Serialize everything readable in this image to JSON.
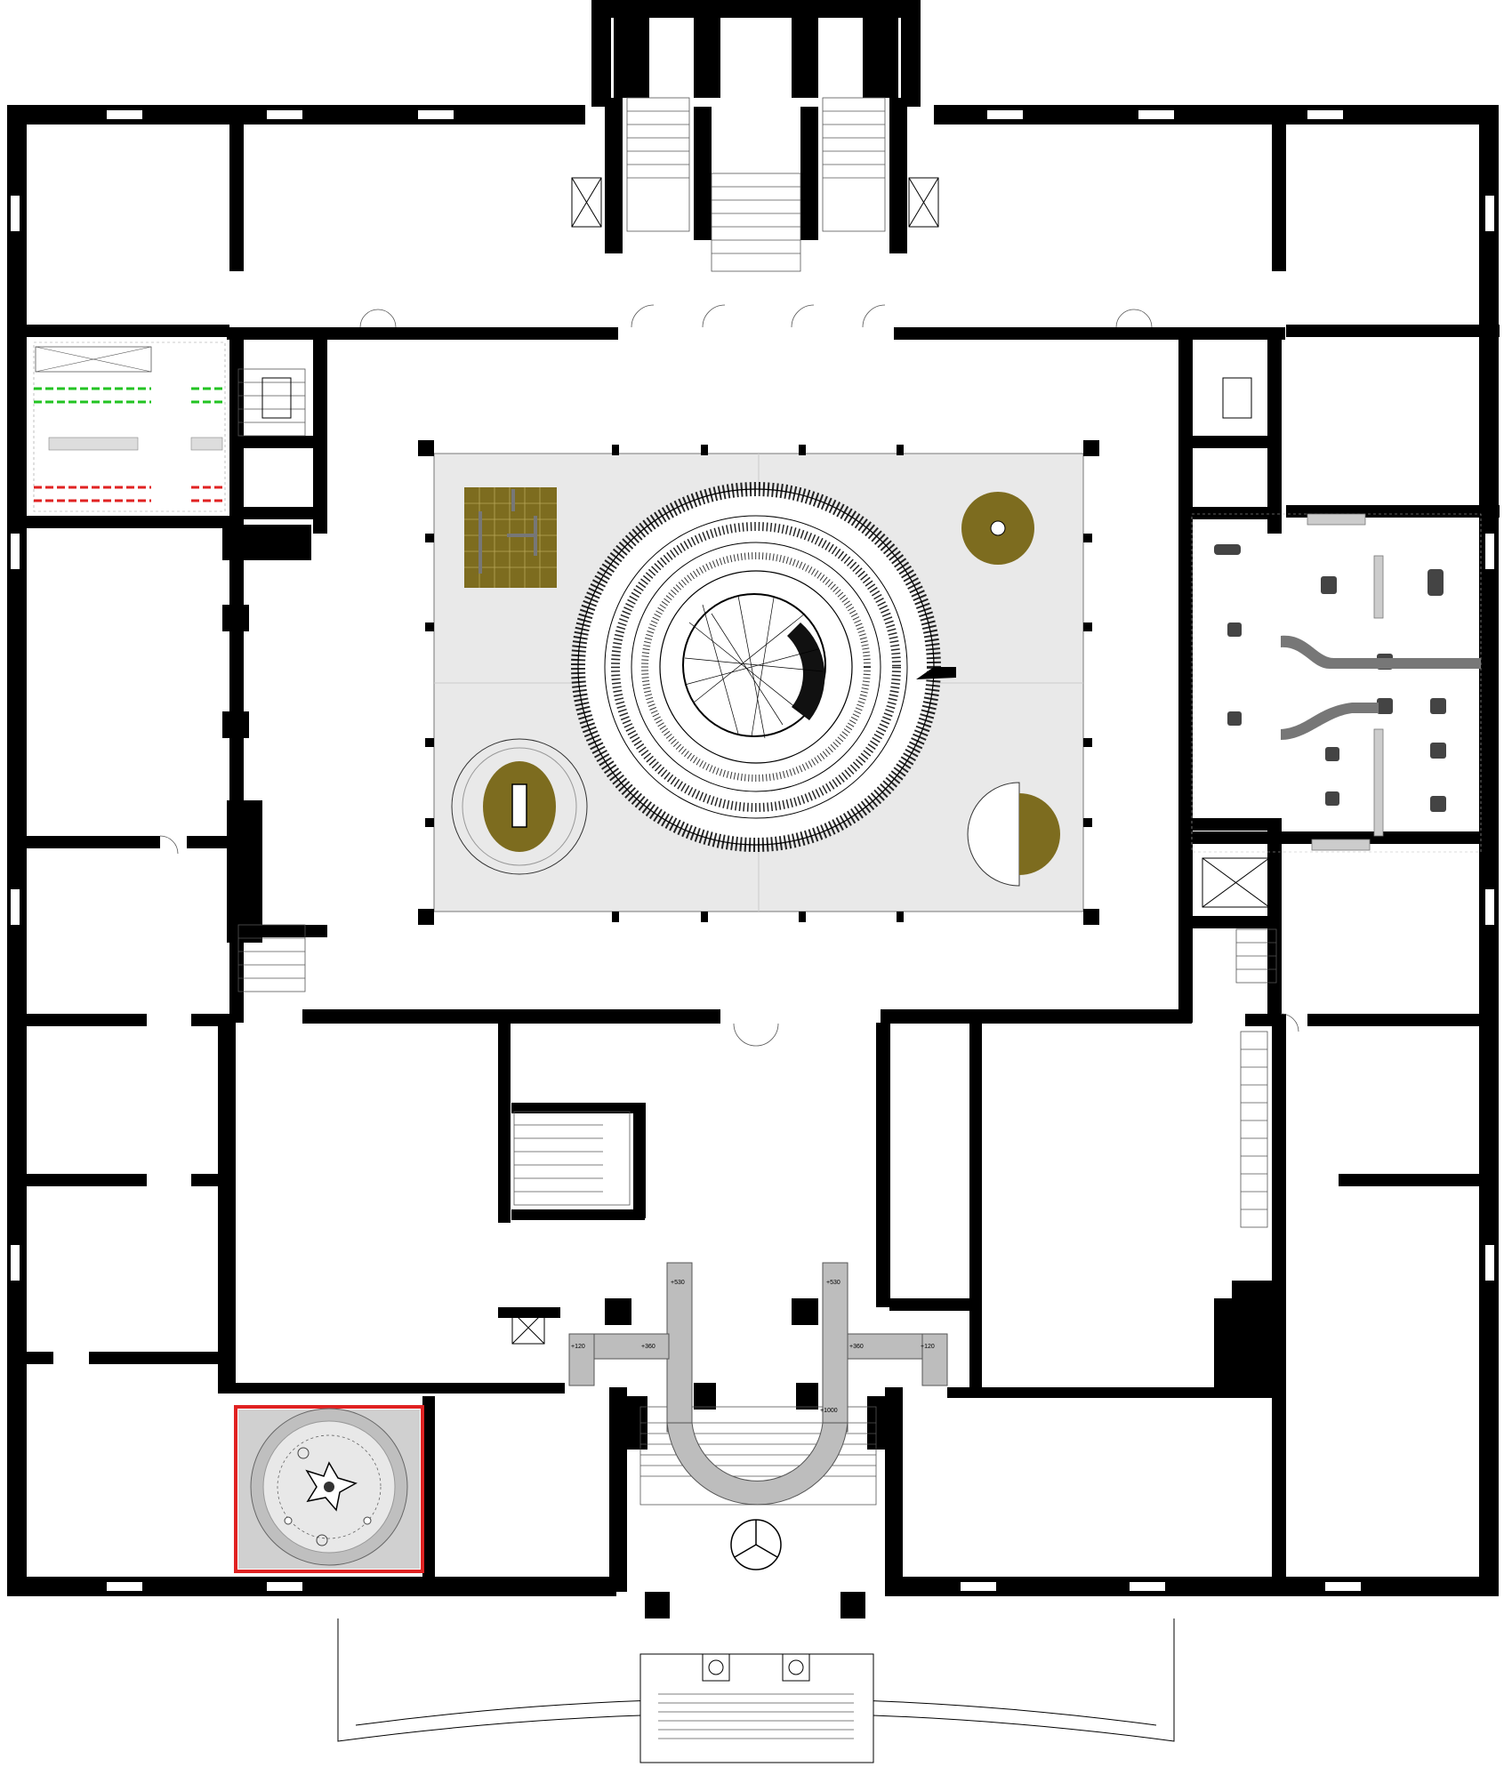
{
  "colors": {
    "walls": "#000000",
    "background": "#ffffff",
    "exhibit_floor": "#e9e9e9",
    "olive_accent": "#7d6c1f",
    "ramp_grey": "#bdbdbd",
    "marker_green": "#22c322",
    "marker_red": "#e02222"
  },
  "ramp_levels": {
    "left_top": "+530",
    "left_mid": "+360",
    "left_outer": "+120",
    "right_top": "+530",
    "right_mid": "+360",
    "right_outer": "+120",
    "arc_bottom": "+1000"
  },
  "icons": {
    "courtyard_tiles": "square-grid-platform",
    "courtyard_disc": "olive-disc-with-hole",
    "courtyard_oval": "oval-platform",
    "courtyard_semicircle": "half-disc",
    "courtyard_spiral": "spiral-vortex-sculpture",
    "southwest_room": "circular-pavilion",
    "entrance": "revolving-door"
  }
}
